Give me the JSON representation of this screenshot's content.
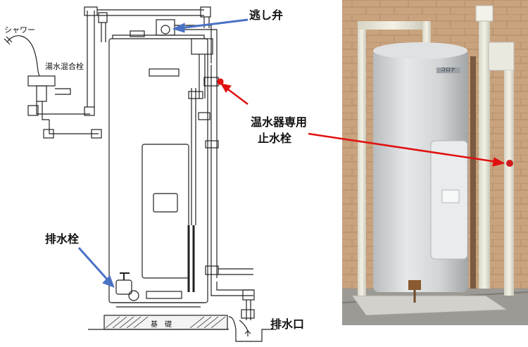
{
  "labels": {
    "shower": "シャワー",
    "mixer": "湯水混合栓",
    "relief_valve": "逃し弁",
    "dedicated_stop_valve_line1": "温水器専用",
    "dedicated_stop_valve_line2": "止水栓",
    "drain_plug": "排水栓",
    "drain_outlet": "排水口",
    "foundation": "基　礎",
    "brand": "コロナ"
  },
  "colors": {
    "arrow_blue": "#4a72c4",
    "arrow_red": "#e01010",
    "line_black": "#222222"
  }
}
